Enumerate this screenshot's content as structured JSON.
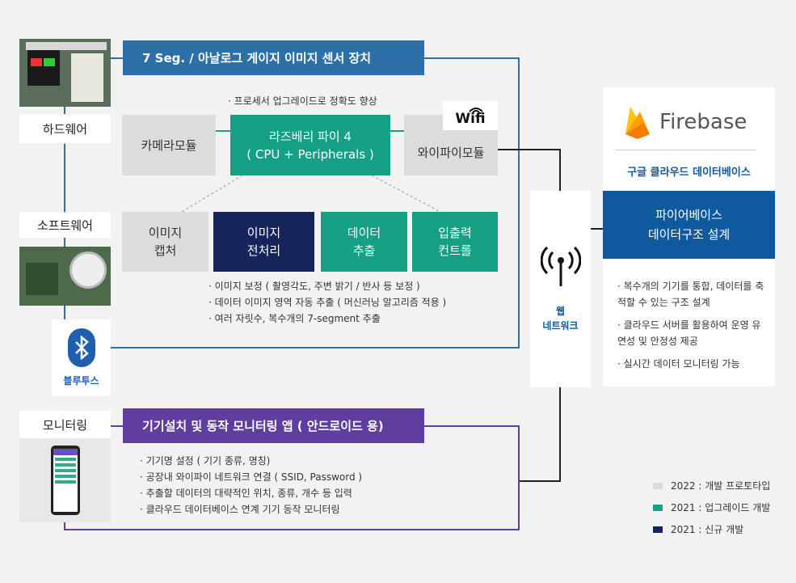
{
  "left_labels": {
    "hardware": "하드웨어",
    "software": "소프트웨어",
    "bluetooth": "블루투스",
    "monitoring": "모니터링"
  },
  "top_banner": "7 Seg. / 아날로그 게이지 이미지 센서 장치",
  "upgrade_note": "· 프로세서 업그레이드로 정확도 향상",
  "camera_module": "카메라모듈",
  "rpi": {
    "line1": "라즈베리 파이 4",
    "line2": "( CPU + Peripherals )"
  },
  "wifi_module": "와이파이모듈",
  "wifi_logo": "Wifi",
  "proc_boxes": [
    {
      "line1": "이미지",
      "line2": "캡처"
    },
    {
      "line1": "이미지",
      "line2": "전처리"
    },
    {
      "line1": "데이터",
      "line2": "추출"
    },
    {
      "line1": "입출력",
      "line2": "컨트롤"
    }
  ],
  "proc_notes": [
    "이미지 보정 ( 촬영각도, 주변 밝기 / 반사 등 보정 )",
    "데이터 이미지 영역 자동 추출 ( 머신러닝 알고리즘 적용 )",
    "여러 자릿수, 복수개의 7-segment 추출"
  ],
  "web_network": {
    "line1": "웹",
    "line2": "네트워크"
  },
  "firebase": {
    "logo_text": "Firebase",
    "subtitle": "구글 클라우드 데이터베이스",
    "design_line1": "파이어베이스",
    "design_line2": "데이터구조 설계",
    "bullets": [
      "복수개의 기기를 통합, 데이터를 축적할 수 있는 구조 설계",
      "클라우드 서버를 활용하여 운영 유연성 및 안정성 제공",
      "실시간 데이터 모니터링 가능"
    ]
  },
  "bottom_banner": "기기설치 및 동작 모니터링 앱 ( 안드로이드 용)",
  "app_notes": [
    "기기명 설정 ( 기기 종류, 명칭)",
    "공장내 와이파이 네트워크 연결 ( SSID, Password )",
    "추출할 데이터의 대략적인 위치, 종류, 개수 등 입력",
    "클라우드 데이터베이스 연계 기기 동작 모니터링"
  ],
  "legend": [
    {
      "label": "2022 : 개발 프로토타입",
      "color": "#dcdcdc"
    },
    {
      "label": "2021 : 업그레이드 개발",
      "color": "#13a085"
    },
    {
      "label": "2021 : 신규 개발",
      "color": "#15245a"
    }
  ],
  "colors": {
    "blue_banner": "#2e6fa8",
    "purple_banner": "#5f3ea0",
    "teal": "#13a085",
    "navy": "#15245a",
    "firebase_blue": "#0f5a9e"
  }
}
